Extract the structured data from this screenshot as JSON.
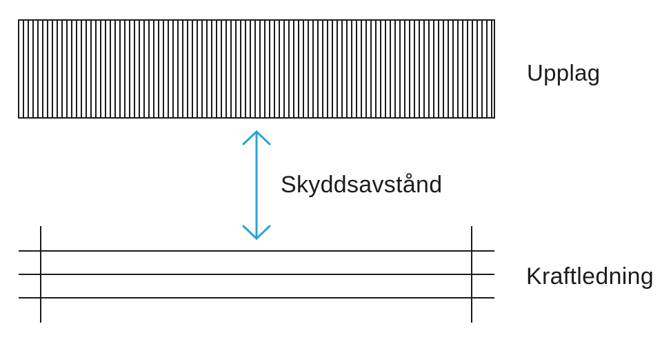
{
  "diagram": {
    "labels": {
      "upplag": "Upplag",
      "skyddsavstand": "Skyddsavstånd",
      "kraftledning": "Kraftledning"
    },
    "colors": {
      "arrow": "#2BA3D4",
      "line": "#1A1A1A",
      "text": "#1C1C1C",
      "background": "#FFFFFF"
    }
  }
}
